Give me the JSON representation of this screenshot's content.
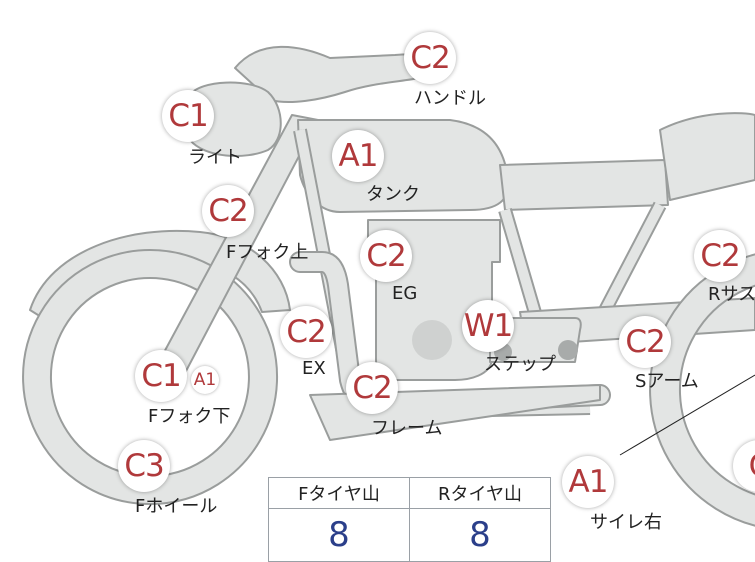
{
  "colors": {
    "badge_text": "#b0393b",
    "bike_fill": "#e3e5e4",
    "bike_stroke": "#9a9d9c",
    "value_text": "#2b3f8a"
  },
  "parts": [
    {
      "id": "handle",
      "rank": "C2",
      "label": "ハンドル"
    },
    {
      "id": "light",
      "rank": "C1",
      "label": "ライト"
    },
    {
      "id": "tank",
      "rank": "A1",
      "label": "タンク"
    },
    {
      "id": "fork-upper",
      "rank": "C2",
      "label": "Fフォク上"
    },
    {
      "id": "engine",
      "rank": "C2",
      "label": "EG"
    },
    {
      "id": "rear-suspension",
      "rank": "C2",
      "label": "Rサス"
    },
    {
      "id": "exhaust",
      "rank": "C2",
      "label": "EX"
    },
    {
      "id": "step",
      "rank": "W1",
      "label": "ステップ"
    },
    {
      "id": "swing-arm",
      "rank": "C2",
      "label": "Sアーム"
    },
    {
      "id": "fork-lower",
      "rank": "C1",
      "secondary_rank": "A1",
      "label": "Fフォク下"
    },
    {
      "id": "frame",
      "rank": "C2",
      "label": "フレーム"
    },
    {
      "id": "front-wheel",
      "rank": "C3",
      "label": "Fホイール"
    },
    {
      "id": "side-cover-right",
      "rank": "A1",
      "label": "サイレ右"
    },
    {
      "id": "rear-edge",
      "rank": "C"
    }
  ],
  "tire_table": {
    "headers": [
      "Fタイヤ山",
      "Rタイヤ山"
    ],
    "values": [
      "8",
      "8"
    ]
  }
}
